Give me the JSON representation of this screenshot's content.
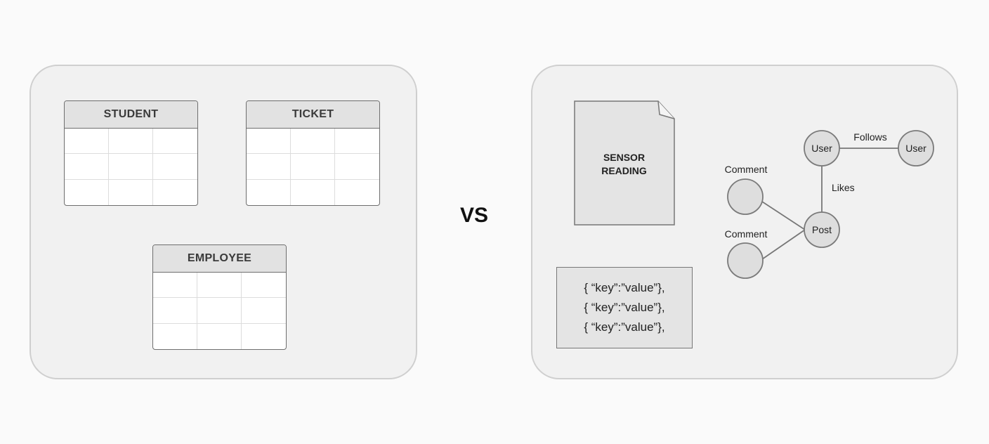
{
  "left_panel": {
    "tables": [
      {
        "title": "STUDENT"
      },
      {
        "title": "TICKET"
      },
      {
        "title": "EMPLOYEE"
      }
    ]
  },
  "vs_label": "VS",
  "right_panel": {
    "document": {
      "line1": "SENSOR",
      "line2": "READING"
    },
    "json_lines": [
      "{ “key”:”value”},",
      "{ “key”:”value”},",
      "{ “key”:”value”},"
    ],
    "graph": {
      "nodes": {
        "user_a": "User",
        "user_b": "User",
        "post": "Post",
        "comment_a": "Comment",
        "comment_b": "Comment"
      },
      "edges": {
        "follows": "Follows",
        "likes": "Likes"
      }
    }
  },
  "colors": {
    "background": "#fafafa",
    "panel": "#f1f1f1",
    "panel_border": "#cfcfcf",
    "table_header": "#e2e2e2",
    "node_fill": "#dedede",
    "node_stroke": "#7a7a7a"
  }
}
